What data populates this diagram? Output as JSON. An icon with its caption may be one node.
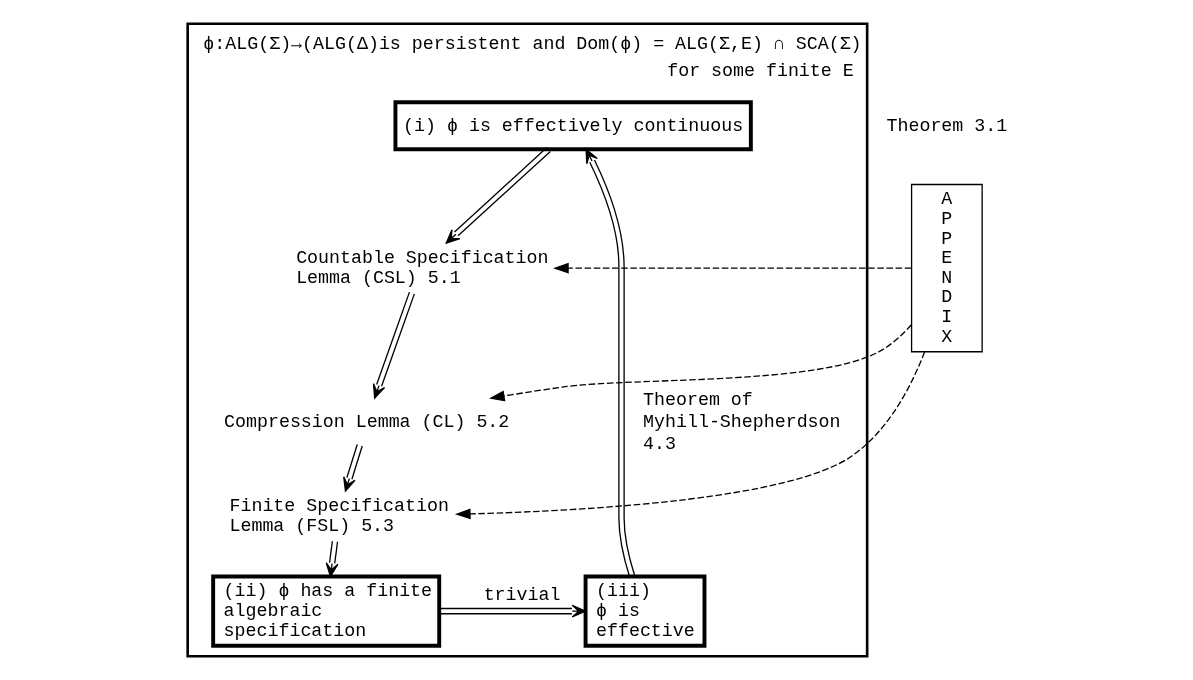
{
  "diagram": {
    "nodes": [
      {
        "text": [
          "ϕ:ALG(Σ)→(ALG(Δ)is persistent and Dom(ϕ) = ALG(Σ,E) ∩ SCA(Σ)",
          "for some finite E"
        ],
        "beside": [
          "Theorem 3.1"
        ]
      },
      {
        "text": [
          "(i) ϕ is effectively continuous"
        ],
        "in": 0
      },
      {
        "text": [
          "(ii) ϕ has a finite algebraic specification"
        ],
        "in": 0
      },
      {
        "text": [
          "(iii) ϕ is effective"
        ],
        "in": 0
      },
      {
        "text": [
          "APPENDIX"
        ]
      },
      {
        "text": [
          "Countable Specification Lemma (CSL) 5.1"
        ],
        "in": 0
      },
      {
        "text": [
          "Compression Lemma (CL) 5.2"
        ],
        "in": 0
      },
      {
        "text": [
          "Finite Specification Lemma (FSL) 5.3"
        ],
        "in": 0
      }
    ],
    "edges": [
      {
        "from": 1,
        "to": 5,
        "arrow": "to"
      },
      {
        "from": 5,
        "to": 6,
        "arrow": "to"
      },
      {
        "from": 6,
        "to": 7,
        "arrow": "to"
      },
      {
        "from": 7,
        "to": 2,
        "arrow": "to"
      },
      {
        "from": 4,
        "to": 5,
        "arrow": "to",
        "style": "dashed"
      },
      {
        "from": 4,
        "to": 6,
        "arrow": "to",
        "style": "dashed"
      },
      {
        "from": 4,
        "to": 7,
        "arrow": "to",
        "style": "dashed"
      },
      {
        "from": 2,
        "to": 3,
        "arrow": "to",
        "label": "trivial"
      },
      {
        "from": 3,
        "to": 1,
        "arrow": "to",
        "label": "Theorem of Myhill-Shepherdson 4.3"
      }
    ]
  }
}
